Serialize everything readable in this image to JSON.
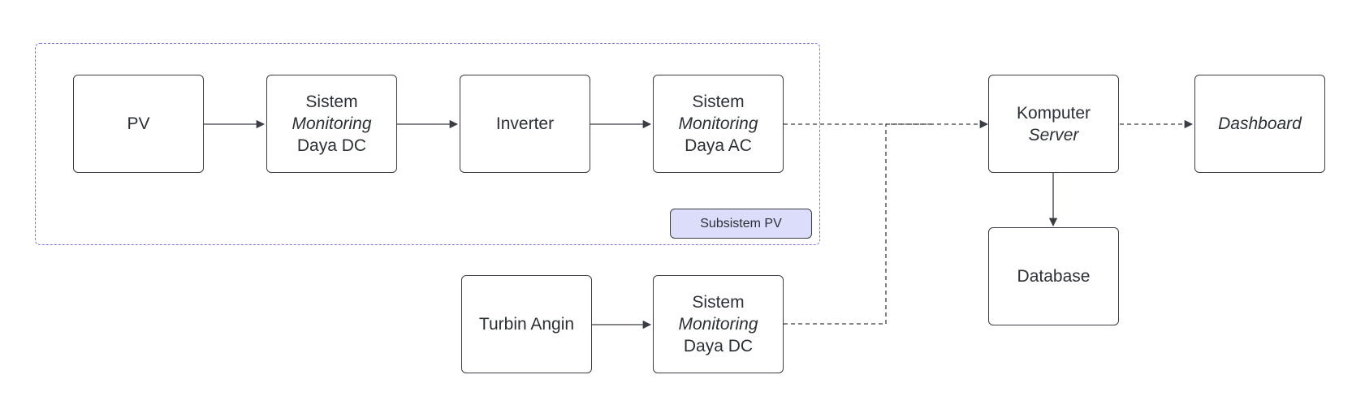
{
  "group": {
    "tag_label": "Subsistem PV"
  },
  "nodes": {
    "pv": {
      "label": "PV"
    },
    "monitor_dc_pv": {
      "line1": "Sistem",
      "line2": "Monitoring",
      "line3": "Daya DC"
    },
    "inverter": {
      "label": "Inverter"
    },
    "monitor_ac": {
      "line1": "Sistem",
      "line2": "Monitoring",
      "line3": "Daya AC"
    },
    "turbin": {
      "label": "Turbin Angin"
    },
    "monitor_dc_wind": {
      "line1": "Sistem",
      "line2": "Monitoring",
      "line3": "Daya DC"
    },
    "server": {
      "line1": "Komputer",
      "line2": "Server"
    },
    "dashboard": {
      "label": "Dashboard"
    },
    "database": {
      "label": "Database"
    }
  },
  "colors": {
    "group_border": "#7b73f0",
    "tag_fill": "#dcdcfb",
    "stroke": "#3a3d44"
  }
}
